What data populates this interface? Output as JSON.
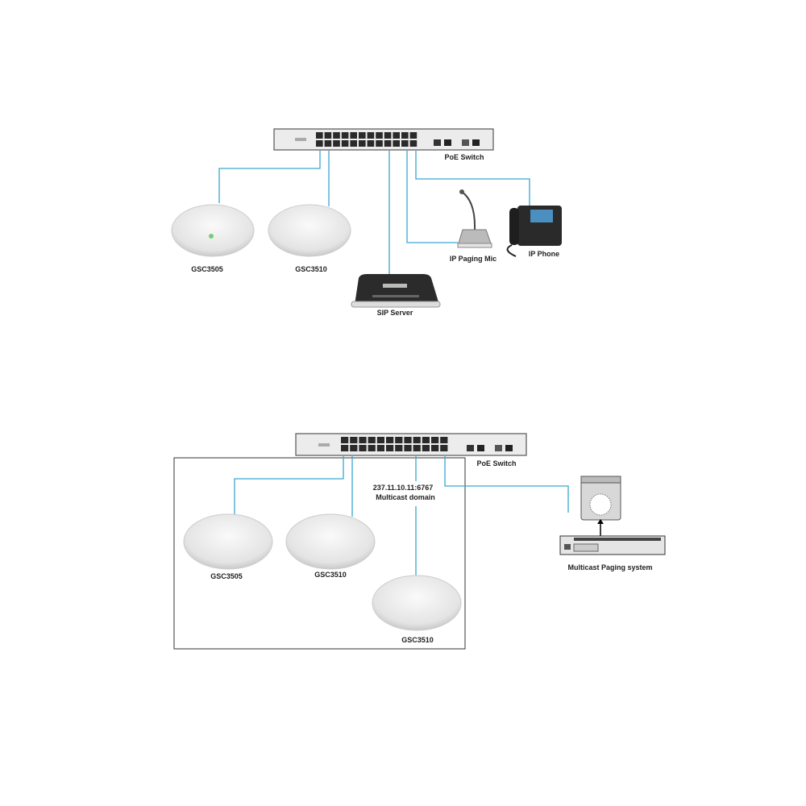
{
  "colors": {
    "wire": "#3aa6cf",
    "switch": "#e8e8e8",
    "port": "#2a2a2a"
  },
  "diagram1": {
    "switch_label": "PoE Switch",
    "speaker1": "GSC3505",
    "speaker2": "GSC3510",
    "sip_server": "SIP Server",
    "paging_mic": "IP Paging Mic",
    "ip_phone": "IP Phone"
  },
  "diagram2": {
    "switch_label": "PoE Switch",
    "multicast_address": "237.11.10.11:6767",
    "multicast_domain": "Multicast domain",
    "speaker1": "GSC3505",
    "speaker2": "GSC3510",
    "speaker3": "GSC3510",
    "paging_system": "Multicast Paging system"
  }
}
